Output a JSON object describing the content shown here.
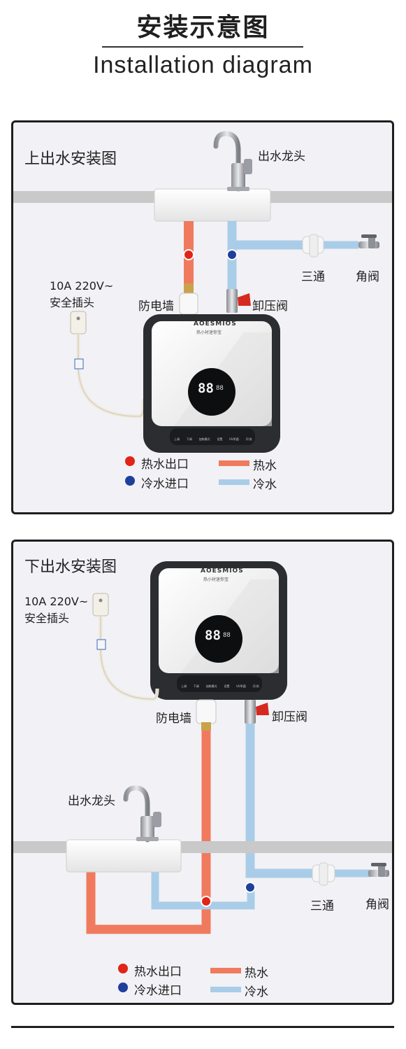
{
  "header": {
    "title_cn": "安装示意图",
    "title_en": "Installation diagram"
  },
  "top_panel": {
    "title": "上出水安装图",
    "faucet_label": "出水龙头",
    "tee_label": "三通",
    "angle_valve_label": "角阀",
    "socket_label_line1": "10A 220V~",
    "socket_label_line2": "安全插头",
    "anti_shock_label": "防电墙",
    "relief_valve_label": "卸压阀",
    "legend": {
      "hot_outlet": "热水出口",
      "cold_inlet": "冷水进口",
      "hot_water": "热水",
      "cold_water": "冷水"
    },
    "heater": {
      "brand": "AOESMIOS",
      "slogan": "热小衬迷你宝",
      "display_digits": "88",
      "display_small": "88",
      "buttons": [
        "上调",
        "下调",
        "加热模式",
        "设置",
        "UV杀菌",
        "开/关"
      ]
    }
  },
  "bottom_panel": {
    "title": "下出水安装图",
    "faucet_label": "出水龙头",
    "tee_label": "三通",
    "angle_valve_label": "角阀",
    "socket_label_line1": "10A 220V~",
    "socket_label_line2": "安全插头",
    "anti_shock_label": "防电墙",
    "relief_valve_label": "卸压阀",
    "legend": {
      "hot_outlet": "热水出口",
      "cold_inlet": "冷水进口",
      "hot_water": "热水",
      "cold_water": "冷水"
    },
    "heater": {
      "brand": "AOESMIOS",
      "slogan": "热小衬迷你宝",
      "display_digits": "88",
      "display_small": "88",
      "buttons": [
        "上调",
        "下调",
        "加热模式",
        "设置",
        "UV杀菌",
        "开/关"
      ]
    }
  },
  "colors": {
    "hot_pipe": "#f07a5e",
    "cold_pipe": "#a9cde8",
    "hot_dot": "#e02418",
    "cold_dot": "#1f3f9c",
    "panel_bg": "#f2f1f5",
    "counter": "#c8c8c8"
  }
}
